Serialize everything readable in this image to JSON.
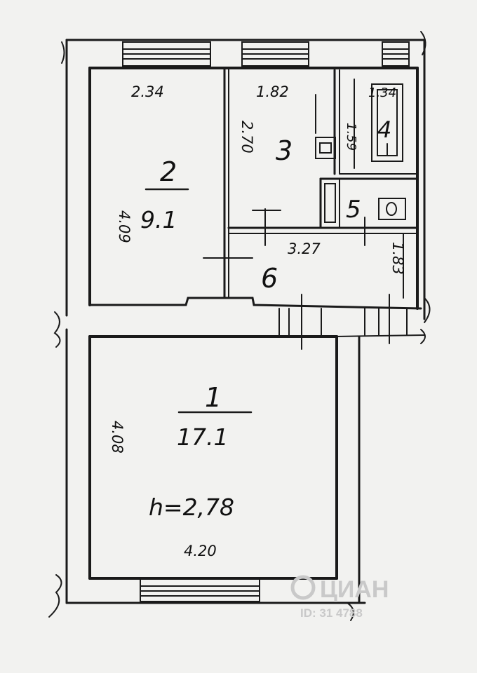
{
  "rooms": {
    "room1": {
      "number": "1",
      "area": "17.1",
      "height": "h=2,78",
      "width_dim": "4.20",
      "length_dim": "4.08"
    },
    "room2": {
      "number": "2",
      "area": "9.1",
      "width_dim": "2.34",
      "length_dim": "4.09"
    },
    "room3": {
      "number": "3",
      "width_dim": "1.82",
      "length_dim": "2.70"
    },
    "room4": {
      "number": "4",
      "width_dim": "1.34",
      "length_dim": "1.59"
    },
    "room5": {
      "number": "5"
    },
    "room6": {
      "number": "6",
      "width_dim": "3.27",
      "length_dim": "1.83"
    }
  },
  "watermark": {
    "brand": "ЦИАН",
    "id": "ID: 31 4788"
  },
  "colors": {
    "paper": "#f2f2f0",
    "ink": "#1a1a1a",
    "watermark": "#c9c9c9"
  }
}
